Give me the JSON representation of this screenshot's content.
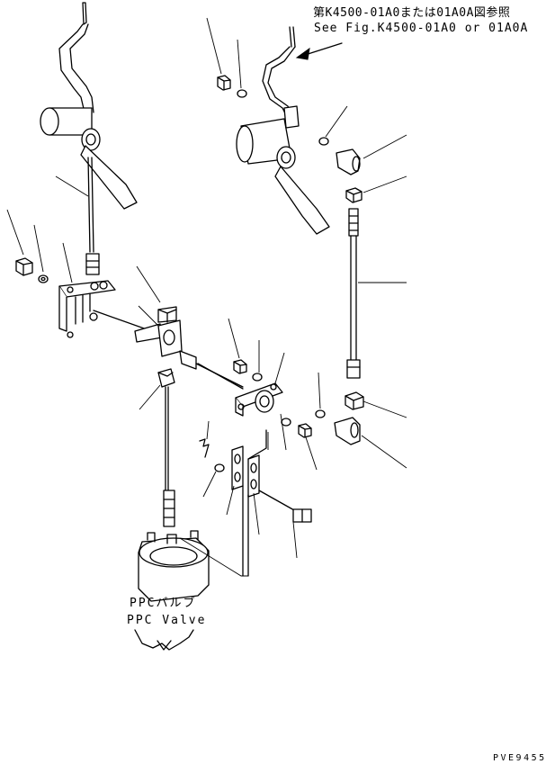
{
  "reference_note": {
    "japanese": "第K4500-01A0または01A0A図参照",
    "english": "See Fig.K4500-01A0 or 01A0A"
  },
  "valve_label": {
    "japanese": "PPCバルブ",
    "english": "PPC Valve"
  },
  "drawing_code": "PVE9455"
}
